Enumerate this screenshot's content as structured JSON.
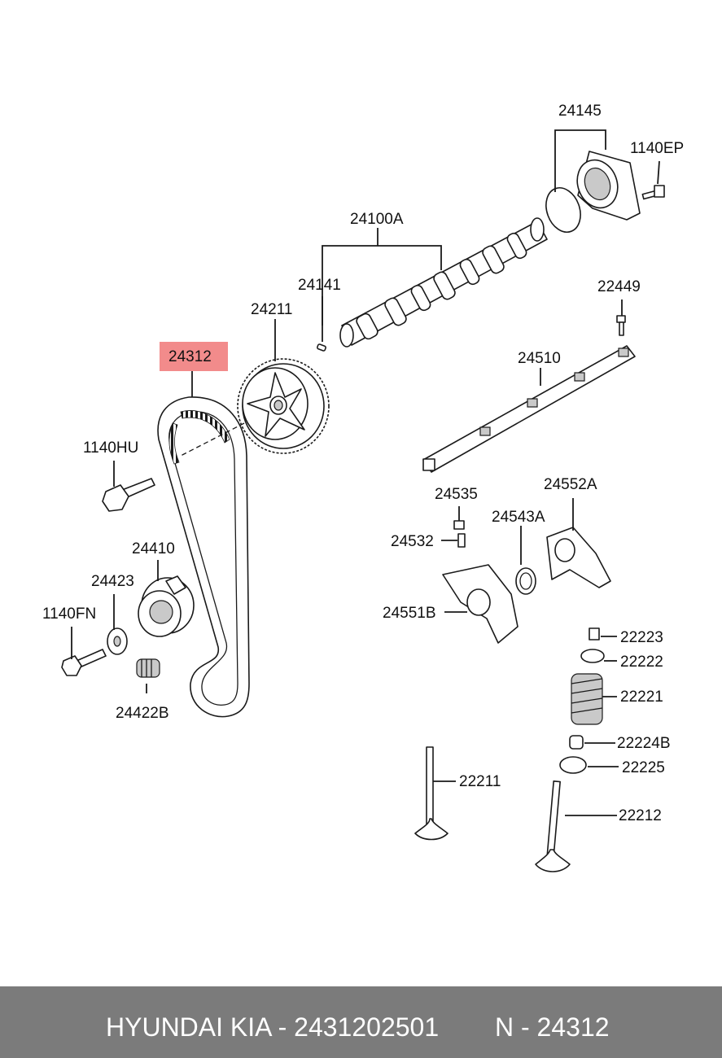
{
  "diagram": {
    "highlighted_part": "24312",
    "highlight_color": "#f28b8b",
    "labels": {
      "p24145": "24145",
      "p1140EP": "1140EP",
      "p24100A": "24100A",
      "p24141": "24141",
      "p24211": "24211",
      "p22449": "22449",
      "p24312": "24312",
      "p24510": "24510",
      "p1140HU": "1140HU",
      "p24535": "24535",
      "p24552A": "24552A",
      "p24543A": "24543A",
      "p24532": "24532",
      "p24410": "24410",
      "p24423": "24423",
      "p1140FN": "1140FN",
      "p24551B": "24551B",
      "p22223": "22223",
      "p22222": "22222",
      "p22221": "22221",
      "p24422B": "24422B",
      "p22224B": "22224B",
      "p22225": "22225",
      "p22211": "22211",
      "p22212": "22212"
    }
  },
  "footer": {
    "text": "HYUNDAI KIA - 2431202501",
    "ref": "N - 24312",
    "background": "#7b7b7b"
  }
}
